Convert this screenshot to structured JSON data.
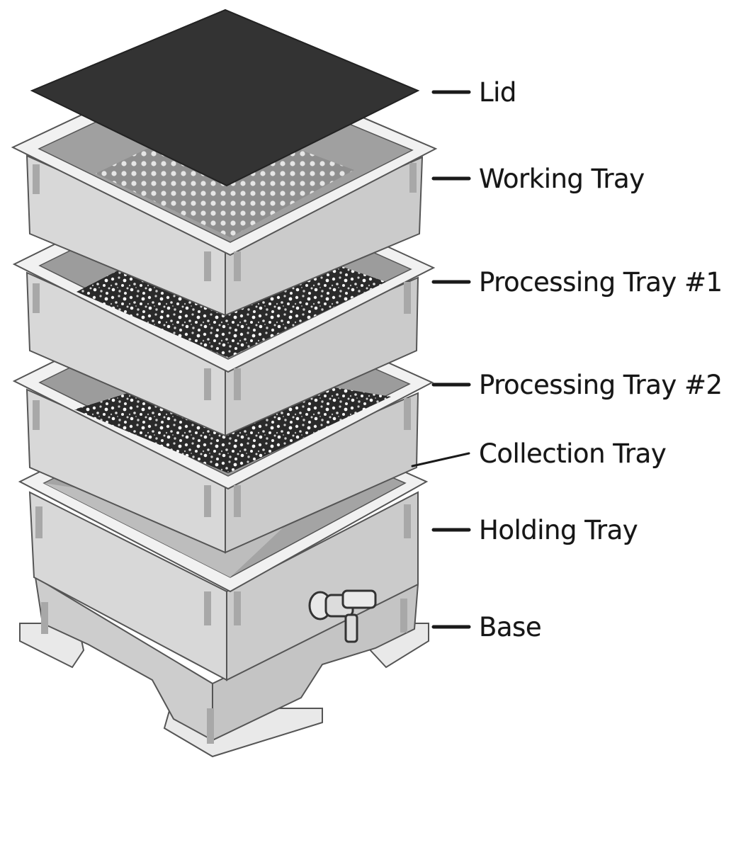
{
  "diagram": {
    "labels": {
      "lid": "Lid",
      "working_tray": "Working Tray",
      "processing_tray_1": "Processing Tray #1",
      "processing_tray_2": "Processing Tray #2",
      "collection_tray": "Collection Tray",
      "holding_tray": "Holding Tray",
      "base": "Base"
    }
  },
  "colors": {
    "lid": "#333333",
    "tray_wall": "#d6d6d6",
    "tray_rim": "#f0f0f0",
    "tray_inner": "#9a9a9a",
    "outline": "#444444",
    "leader_line": "#1a1a1a"
  }
}
